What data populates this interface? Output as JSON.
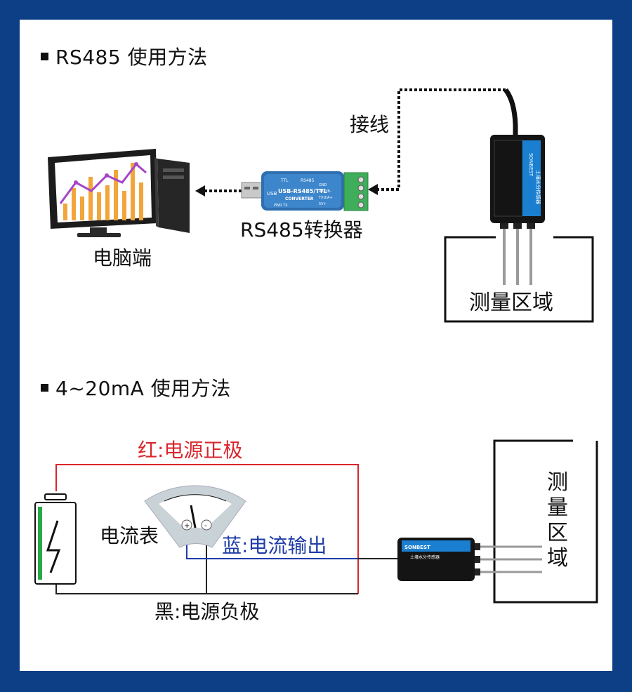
{
  "section1": {
    "title": "RS485 使用方法",
    "label_wiring": "接线",
    "label_converter": "RS485转换器",
    "label_pc": "电脑端",
    "label_area": "测量区域",
    "converter_texts": {
      "ttl": "TTL",
      "rs485": "RS485",
      "usb": "USB",
      "main": "USB-RS485/TTL",
      "sub": "CONVERTER",
      "pins": [
        "GND",
        "RXD/B-",
        "TXD/A+",
        "5V+"
      ],
      "leds": "PWR   TX"
    },
    "sensor_texts": {
      "brand": "SONBEST",
      "model": "土壤水分传感器"
    }
  },
  "section2": {
    "title": "4~20mA 使用方法",
    "label_red": "红:电源正极",
    "label_blue": "蓝:电流输出",
    "label_black": "黑:电源负极",
    "label_meter": "电流表",
    "label_area_chars": [
      "测",
      "量",
      "区",
      "域"
    ],
    "meter_plus": "+",
    "meter_minus": "-",
    "sensor_texts": {
      "brand": "SONBEST",
      "model": "土壤水分传感器"
    }
  },
  "colors": {
    "frame": "#0d3f86",
    "red_wire": "#d9262c",
    "blue_wire": "#1f3ca8",
    "black_wire": "#222222",
    "chart_orange": "#f2a53a",
    "chart_purple": "#a545c8",
    "sensor_label": "#1a7fd0",
    "terminal_green": "#3fae5a"
  }
}
